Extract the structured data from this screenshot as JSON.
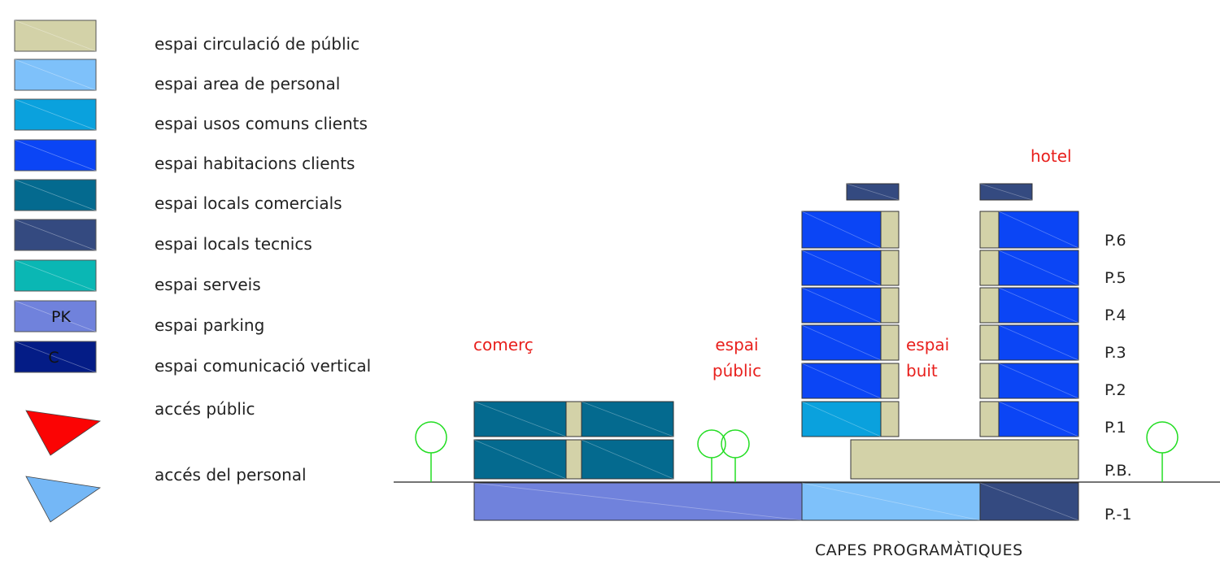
{
  "colors": {
    "circulacio_public": "#d3d2a8",
    "area_personal": "#7ec1fa",
    "usos_comuns": "#0aa1dd",
    "habitacions": "#0b45f5",
    "locals_comercials": "#046a8f",
    "locals_tecnics": "#344a80",
    "serveis": "#0ab7b4",
    "parking": "#7082dc",
    "comunicacio_vertical": "#041c86",
    "acces_public": "#fb0404",
    "acces_personal": "#74b7f6",
    "label_red": "#e8201d",
    "tree": "#22dd22"
  },
  "legend": [
    {
      "label": "espai circulació de públic",
      "color_key": "circulacio_public",
      "code": ""
    },
    {
      "label": "espai area de personal",
      "color_key": "area_personal",
      "code": ""
    },
    {
      "label": "espai usos comuns clients",
      "color_key": "usos_comuns",
      "code": ""
    },
    {
      "label": "espai habitacions clients",
      "color_key": "habitacions",
      "code": ""
    },
    {
      "label": "espai locals comercials",
      "color_key": "locals_comercials",
      "code": ""
    },
    {
      "label": "espai locals tecnics",
      "color_key": "locals_tecnics",
      "code": ""
    },
    {
      "label": "espai serveis",
      "color_key": "serveis",
      "code": ""
    },
    {
      "label": "espai parking",
      "color_key": "parking",
      "code": "PK"
    },
    {
      "label": "espai comunicació vertical",
      "color_key": "comunicacio_vertical",
      "code": "C"
    }
  ],
  "access": [
    {
      "label": "accés públic",
      "color_key": "acces_public",
      "icon": "red-triangle-icon"
    },
    {
      "label": "accés del personal",
      "color_key": "acces_personal",
      "icon": "blue-triangle-icon"
    }
  ],
  "zones": {
    "comerc": "comerç",
    "espai_public": "espai públic",
    "espai_buit": "espai buit",
    "hotel": "hotel"
  },
  "levels": [
    "P.6",
    "P.5",
    "P.4",
    "P.3",
    "P.2",
    "P.1",
    "P.B.",
    "P.-1"
  ],
  "caption": "CAPES PROGRAMÀTIQUES"
}
